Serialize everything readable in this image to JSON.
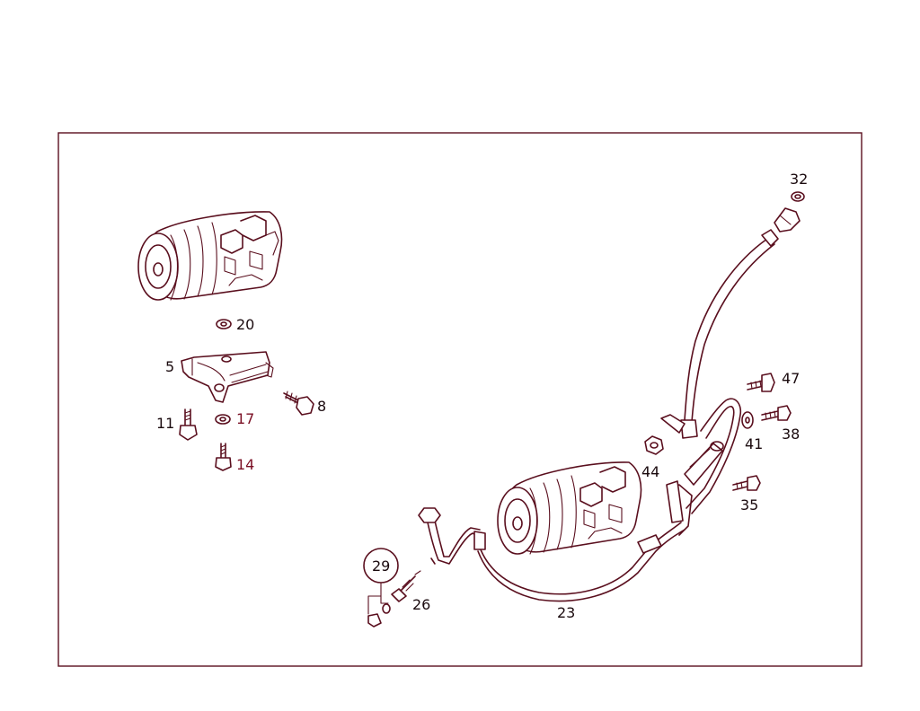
{
  "colors": {
    "line": "#5a0f1e",
    "frame": "#5a0f1e",
    "label": "#1a0a0e",
    "label_alt": "#7a0f24"
  },
  "callouts": {
    "p20": "20",
    "p5": "5",
    "p8": "8",
    "p11": "11",
    "p17": "17",
    "p14": "14",
    "p32": "32",
    "p47": "47",
    "p38": "38",
    "p41": "41",
    "p44": "44",
    "p35": "35",
    "p29": "29",
    "p26": "26",
    "p23": "23"
  }
}
